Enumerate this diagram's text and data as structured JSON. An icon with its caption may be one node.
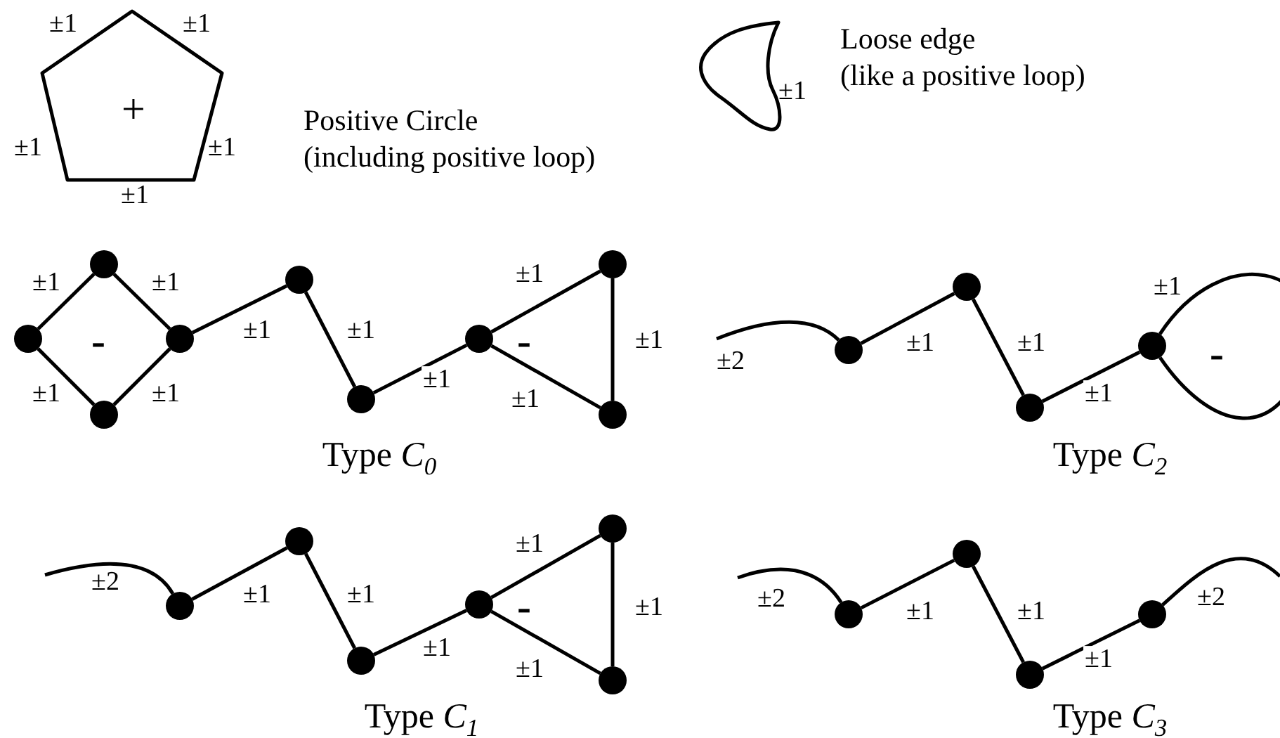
{
  "diagram": {
    "nodes": [
      {
        "text": [
          "+"
        ],
        "beside": [
          "±1",
          "±1",
          "±1",
          "±1",
          "±1",
          "Positive Circle",
          "(including positive loop)"
        ]
      },
      {
        "text": [],
        "shape": "loop",
        "beside": [
          "±1",
          "Loose edge",
          "(like a positive loop)"
        ]
      },
      {
        "text": [],
        "shape": "circle"
      },
      {
        "text": [],
        "shape": "circle"
      },
      {
        "text": [],
        "shape": "circle"
      },
      {
        "text": [],
        "shape": "circle"
      },
      {
        "text": [],
        "shape": "circle"
      },
      {
        "text": [],
        "shape": "circle"
      },
      {
        "text": [],
        "shape": "circle"
      },
      {
        "text": [],
        "shape": "circle"
      },
      {
        "text": [],
        "shape": "circle"
      },
      {
        "text": [],
        "shape": "circle"
      },
      {
        "text": [],
        "shape": "circle"
      },
      {
        "text": [],
        "shape": "circle"
      },
      {
        "text": [],
        "shape": "circle"
      },
      {
        "text": [],
        "shape": "circle"
      },
      {
        "text": [],
        "shape": "circle"
      },
      {
        "text": [],
        "shape": "circle"
      },
      {
        "text": [],
        "shape": "circle"
      },
      {
        "text": [],
        "shape": "circle"
      },
      {
        "text": [],
        "shape": "circle"
      },
      {
        "text": [],
        "shape": "circle"
      },
      {
        "text": [],
        "shape": "circle"
      },
      {
        "text": [],
        "shape": "circle"
      },
      {
        "text": [],
        "shape": "circle"
      }
    ],
    "edges": [
      {
        "from": 2,
        "to": 3,
        "arrow": "none",
        "label": "±1"
      },
      {
        "from": 3,
        "to": 5,
        "arrow": "none",
        "label": "±1"
      },
      {
        "from": 2,
        "to": 4,
        "arrow": "none",
        "label": "±1"
      },
      {
        "from": 4,
        "to": 5,
        "arrow": "none",
        "label": "±1"
      },
      {
        "from": 5,
        "to": 6,
        "arrow": "none",
        "label": "±1"
      },
      {
        "from": 6,
        "to": 7,
        "arrow": "none",
        "label": "±1"
      },
      {
        "from": 7,
        "to": 8,
        "arrow": "none",
        "label": "±1"
      },
      {
        "from": 8,
        "to": 9,
        "arrow": "none",
        "label": "±1"
      },
      {
        "from": 8,
        "to": 10,
        "arrow": "none",
        "label": "±1"
      },
      {
        "from": 9,
        "to": 10,
        "arrow": "none",
        "label": "±1"
      },
      {
        "from": null,
        "to": 11,
        "arrow": "none",
        "label": "±2"
      },
      {
        "from": 11,
        "to": 12,
        "arrow": "none",
        "label": "±1"
      },
      {
        "from": 12,
        "to": 13,
        "arrow": "none",
        "label": "±1"
      },
      {
        "from": 13,
        "to": 14,
        "arrow": "none",
        "label": "±1"
      },
      {
        "from": 14,
        "to": 14,
        "arrow": "none",
        "label": "±1"
      },
      {
        "from": null,
        "to": 15,
        "arrow": "none",
        "label": "±2"
      },
      {
        "from": 15,
        "to": 16,
        "arrow": "none",
        "label": "±1"
      },
      {
        "from": 16,
        "to": 17,
        "arrow": "none",
        "label": "±1"
      },
      {
        "from": 17,
        "to": 18,
        "arrow": "none",
        "label": "±1"
      },
      {
        "from": 18,
        "to": 19,
        "arrow": "none",
        "label": "±1"
      },
      {
        "from": 18,
        "to": 20,
        "arrow": "none",
        "label": "±1"
      },
      {
        "from": 19,
        "to": 20,
        "arrow": "none",
        "label": "±1"
      },
      {
        "from": null,
        "to": 21,
        "arrow": "none",
        "label": "±2"
      },
      {
        "from": 21,
        "to": 22,
        "arrow": "none",
        "label": "±1"
      },
      {
        "from": 22,
        "to": 23,
        "arrow": "none",
        "label": "±1"
      },
      {
        "from": 23,
        "to": 24,
        "arrow": "none",
        "label": "±1"
      },
      {
        "from": 24,
        "to": null,
        "arrow": "none",
        "label": "±2"
      }
    ],
    "labels": [
      "-",
      "-",
      "Type *C*$_{0}$",
      "-",
      "Type *C*$_{2}$",
      "-",
      "Type *C*$_{1}$",
      "Type *C*$_{3}$"
    ]
  }
}
